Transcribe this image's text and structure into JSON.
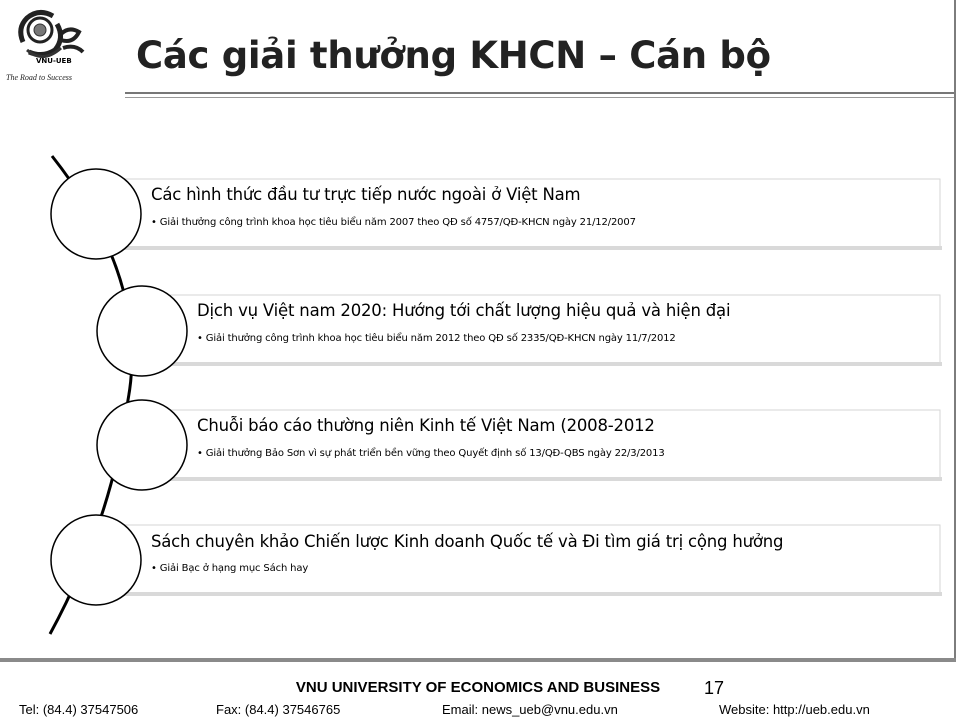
{
  "header": {
    "title": "Các giải thưởng KHCN – Cán bộ",
    "logo_text": "VNU-UEB",
    "logo_tagline": "The Road to Success"
  },
  "items": [
    {
      "title": "Các hình thức đầu tư trực tiếp nước ngoài ở Việt Nam",
      "subtitle": "• Giải thưởng công trình khoa học tiêu biểu năm 2007 theo QĐ số 4757/QĐ-KHCN ngày 21/12/2007"
    },
    {
      "title": "Dịch vụ Việt nam 2020: Hướng tới chất lượng hiệu quả và hiện đại",
      "subtitle": "• Giải thưởng công trình khoa học tiêu biểu năm 2012 theo QĐ số 2335/QĐ-KHCN ngày 11/7/2012"
    },
    {
      "title": "Chuỗi báo cáo thường niên Kinh tế Việt Nam (2008-2012",
      "subtitle": "• Giải thưởng Bảo Sơn vì sự phát triển bền vững theo Quyết định số 13/QĐ-QBS ngày 22/3/2013"
    },
    {
      "title": "Sách chuyên khảo Chiến lược Kinh doanh Quốc tế và Đi tìm giá trị cộng hưởng",
      "subtitle": "• Giải Bạc ở hạng mục Sách hay"
    }
  ],
  "footer": {
    "university": "VNU UNIVERSITY OF ECONOMICS AND BUSINESS",
    "page_number": "17",
    "tel": "Tel: (84.4) 37547506",
    "fax": "Fax: (84.4) 37546765",
    "email": "Email: news_ueb@vnu.edu.vn",
    "website": "Website: http://ueb.edu.vn"
  }
}
